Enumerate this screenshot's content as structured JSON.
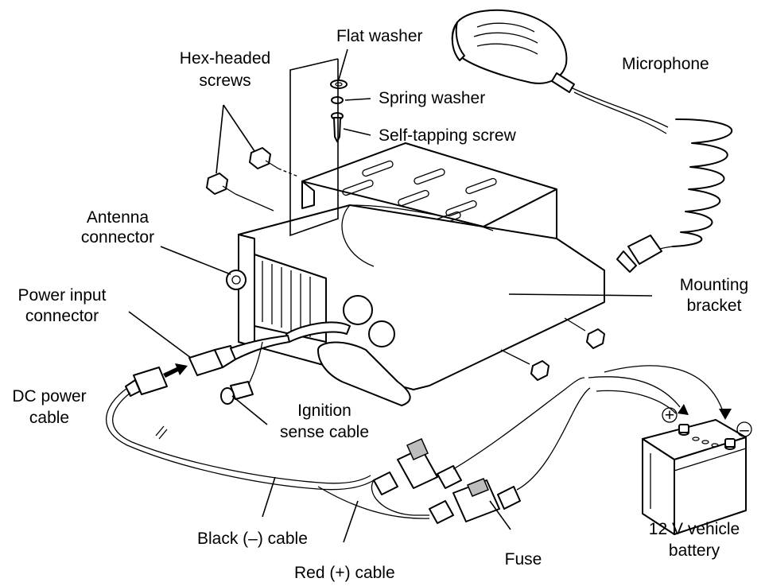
{
  "labels": {
    "flat_washer": "Flat washer",
    "spring_washer": "Spring washer",
    "self_tapping_screw": "Self-tapping screw",
    "hex_screws_1": "Hex-headed",
    "hex_screws_2": "screws",
    "microphone": "Microphone",
    "antenna_1": "Antenna",
    "antenna_2": "connector",
    "power_input_1": "Power input",
    "power_input_2": "connector",
    "mounting_1": "Mounting",
    "mounting_2": "bracket",
    "dc_power_1": "DC power",
    "dc_power_2": "cable",
    "ignition_1": "Ignition",
    "ignition_2": "sense cable",
    "black_cable": "Black (–) cable",
    "red_cable": "Red (+) cable",
    "fuse": "Fuse",
    "battery_1": "12 V vehicle",
    "battery_2": "battery"
  },
  "battery_symbols": {
    "plus": "+",
    "minus": "–"
  }
}
